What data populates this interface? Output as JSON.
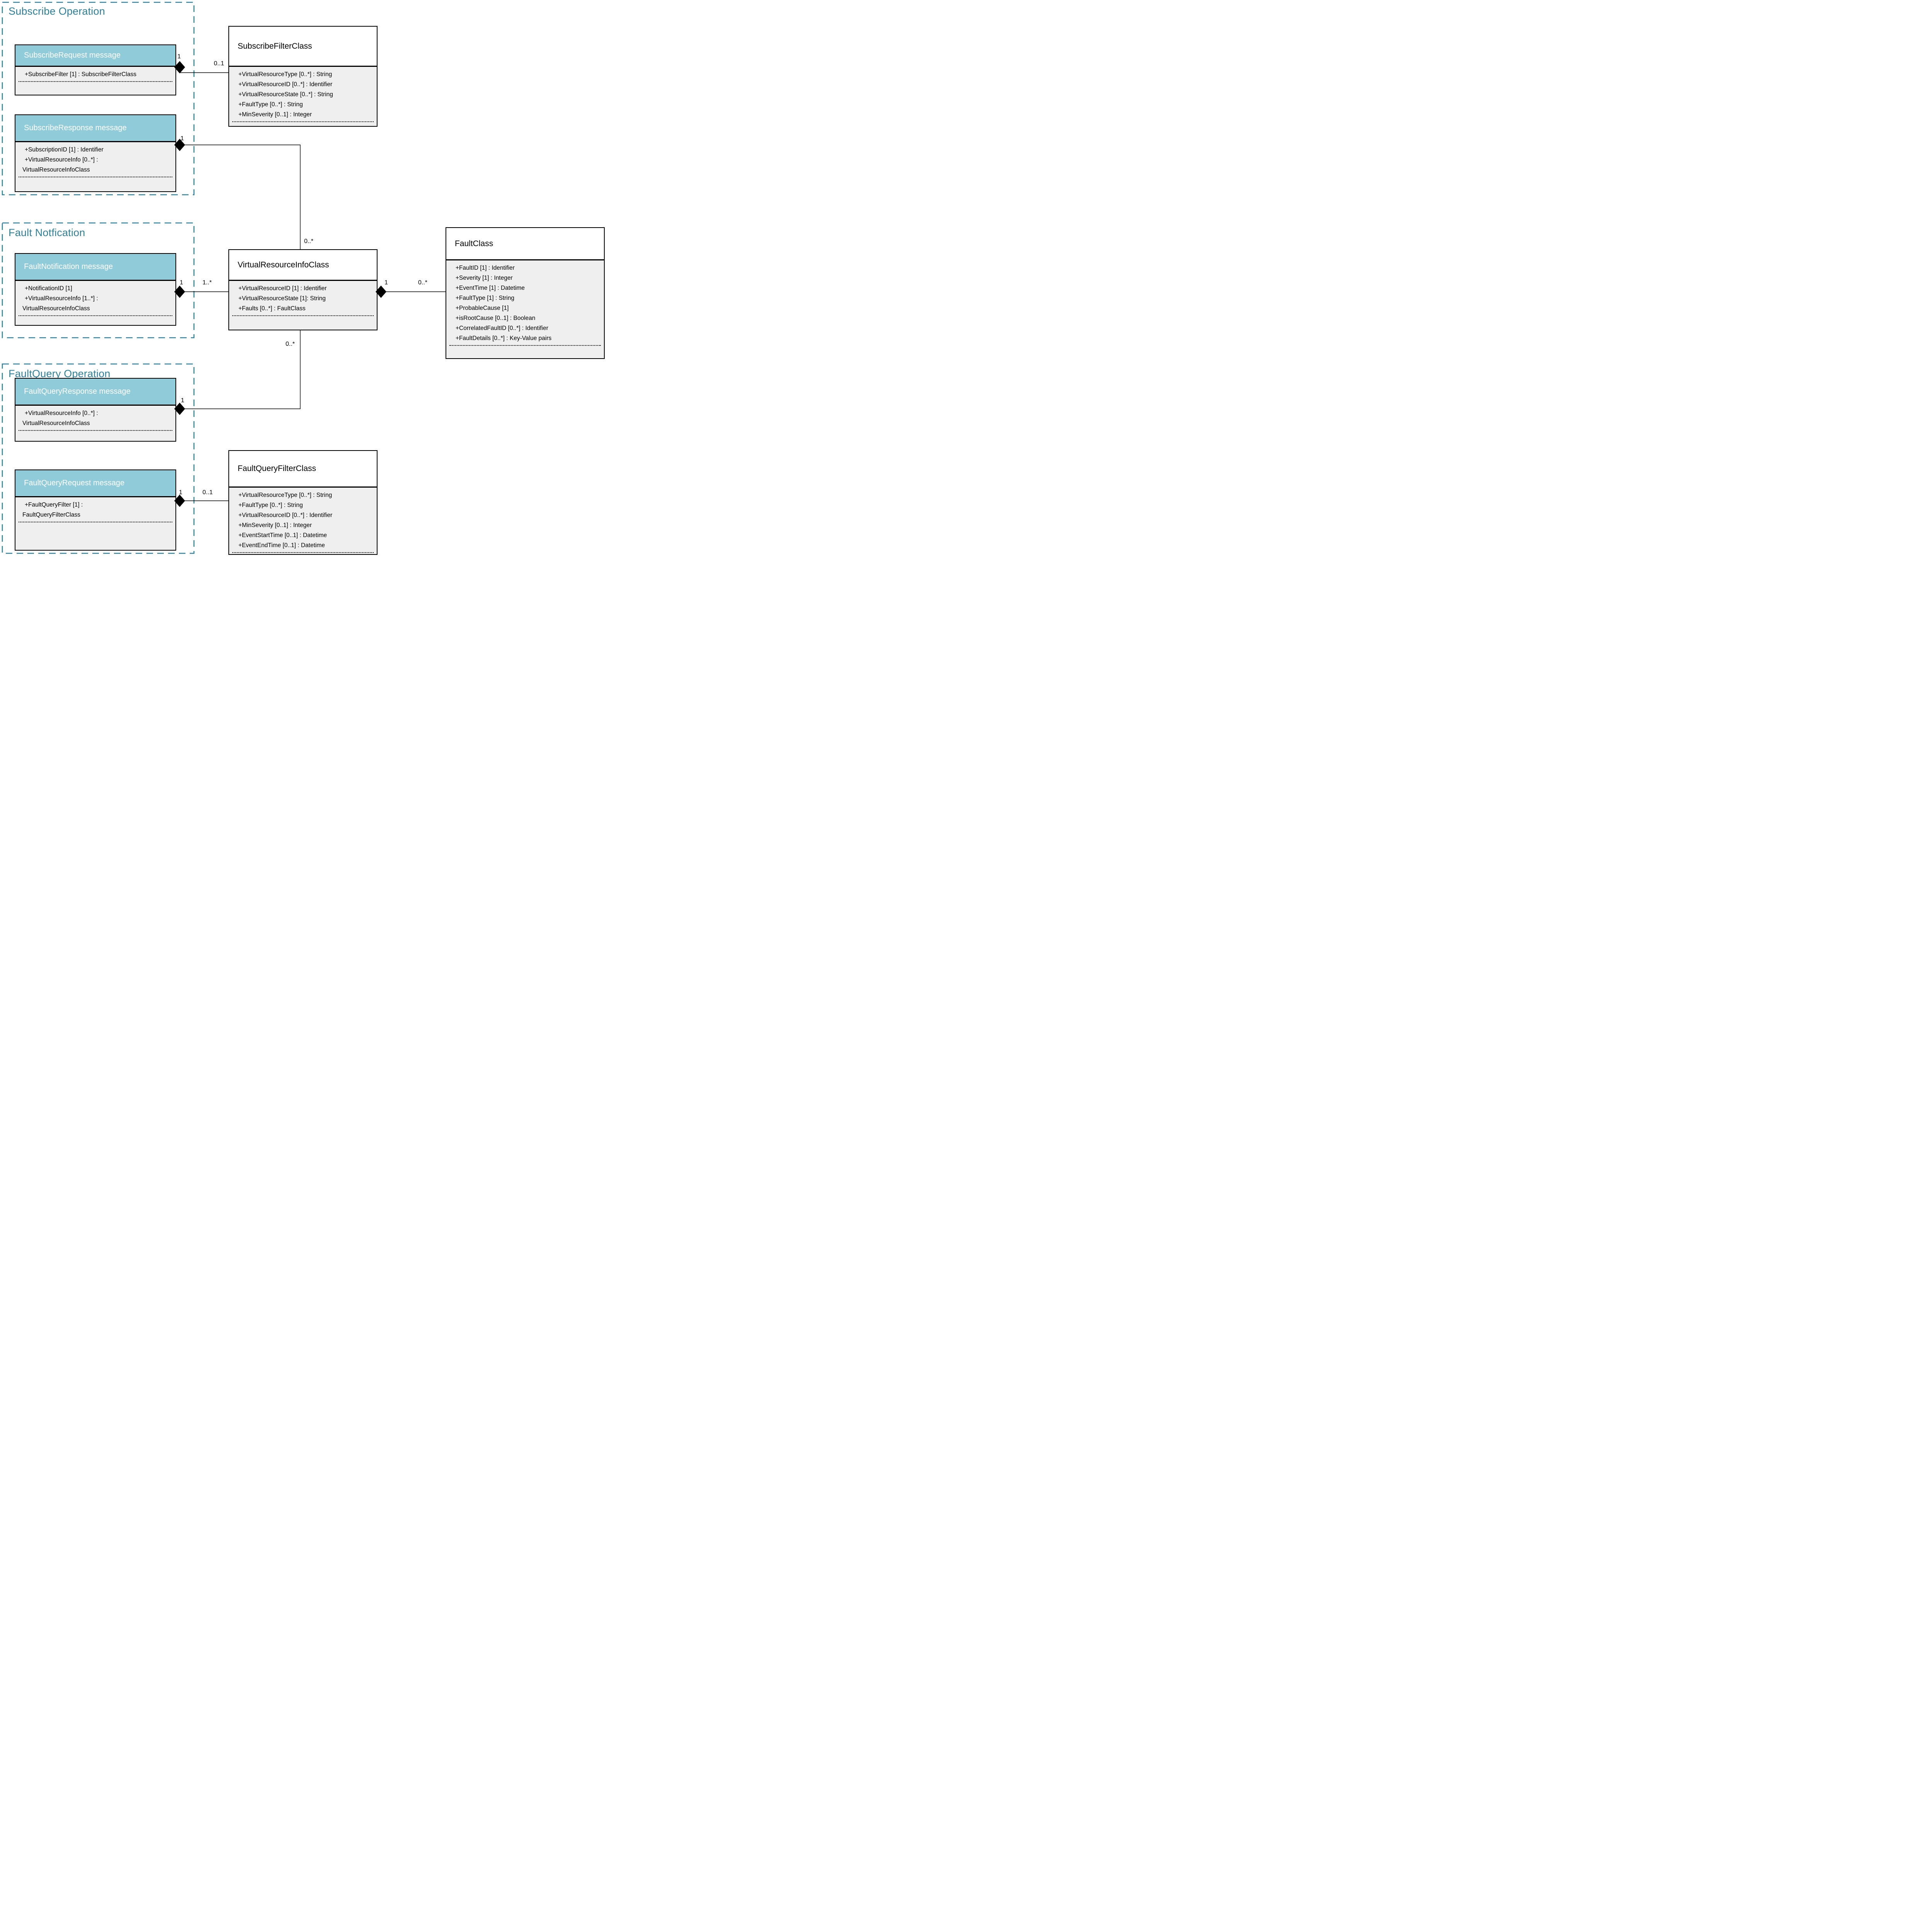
{
  "diagram_type": "uml-class-diagram",
  "colors": {
    "message_header_fill": "#8FCBD9",
    "message_header_text": "#FFFFFF",
    "class_body_fill": "#EFEFEF",
    "group_border": "#2E819C",
    "group_title_text": "#2E819C",
    "box_border": "#000000",
    "connector": "#000000"
  },
  "groups": [
    {
      "title": "Subscribe Operation"
    },
    {
      "title": "Fault Notfication"
    },
    {
      "title": "FaultQuery Operation"
    }
  ],
  "classes": {
    "subscribe_request": {
      "title": "SubscribeRequest message",
      "attributes": [
        "+SubscribeFilter [1] : SubscribeFilterClass"
      ]
    },
    "subscribe_response": {
      "title": "SubscribeResponse message",
      "attributes": [
        "+SubscriptionID [1] : Identifier",
        "+VirtualResourceInfo [0..*] :",
        "VirtualResourceInfoClass"
      ]
    },
    "fault_notification": {
      "title": "FaultNotification message",
      "attributes": [
        "+NotificationID [1]",
        "+VirtualResourceInfo [1..*] :",
        "VirtualResourceInfoClass"
      ]
    },
    "faultquery_response": {
      "title": "FaultQueryResponse message",
      "attributes": [
        "+VirtualResourceInfo [0..*] :",
        "VirtualResourceInfoClass"
      ]
    },
    "faultquery_request": {
      "title": "FaultQueryRequest message",
      "attributes": [
        "+FaultQueryFilter [1] :",
        "FaultQueryFilterClass"
      ]
    },
    "subscribe_filter_class": {
      "title": "SubscribeFilterClass",
      "attributes": [
        "+VirtualResourceType [0..*] : String",
        "+VirtualResourceID [0..*] : Identifier",
        "+VirtualResourceState [0..*] : String",
        "+FaultType [0..*] : String",
        "+MinSeverity [0..1] : Integer"
      ]
    },
    "virtual_resource_info_class": {
      "title": "VirtualResourceInfoClass",
      "attributes": [
        "+VirtualResourceID [1] : Identifier",
        "+VirtualResourceState [1]: String",
        "+Faults [0..*] : FaultClass"
      ]
    },
    "fault_class": {
      "title": "FaultClass",
      "attributes": [
        "+FaultID [1] : Identifier",
        "+Severity [1] : Integer",
        "+EventTime [1] : Datetime",
        "+FaultType [1] : String",
        "+ProbableCause [1]",
        "+isRootCause [0..1] : Boolean",
        "+CorrelatedFaultID [0..*] : Identifier",
        "+FaultDetails [0..*] : Key-Value pairs"
      ]
    },
    "faultquery_filter_class": {
      "title": "FaultQueryFilterClass",
      "attributes": [
        "+VirtualResourceType [0..*] : String",
        "+FaultType [0..*] : String",
        "+VirtualResourceID [0..*] : Identifier",
        "+MinSeverity [0..1] : Integer",
        "+EventStartTime [0..1] : Datetime",
        "+EventEndTime [0..1] : Datetime"
      ]
    }
  },
  "connectors": [
    {
      "source": "SubscribeRequest message",
      "target": "SubscribeFilterClass",
      "type": "composition",
      "source_mult": "1",
      "target_mult": "0..1"
    },
    {
      "source": "SubscribeResponse message",
      "target": "VirtualResourceInfoClass",
      "type": "composition",
      "source_mult": "1",
      "target_mult": "0..*"
    },
    {
      "source": "FaultNotification message",
      "target": "VirtualResourceInfoClass",
      "type": "composition",
      "source_mult": "1",
      "target_mult": "1..*"
    },
    {
      "source": "VirtualResourceInfoClass",
      "target": "FaultClass",
      "type": "composition",
      "source_mult": "1",
      "target_mult": "0..*"
    },
    {
      "source": "FaultQueryResponse message",
      "target": "VirtualResourceInfoClass",
      "type": "composition",
      "source_mult": "1",
      "target_mult": "0..*"
    },
    {
      "source": "FaultQueryRequest message",
      "target": "FaultQueryFilterClass",
      "type": "composition",
      "source_mult": "1",
      "target_mult": "0..1"
    }
  ]
}
